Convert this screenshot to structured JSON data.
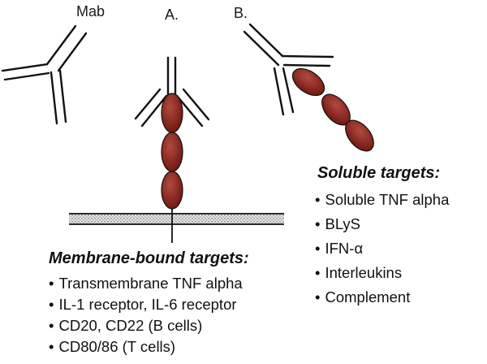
{
  "labels": {
    "mab": "Mab",
    "panel_a": "A.",
    "panel_b": "B."
  },
  "colors": {
    "domain_fill": "#7a1a14",
    "domain_highlight": "#b24a3e",
    "outline": "#111111"
  },
  "membrane": {
    "heading": "Membrane-bound targets:",
    "items": [
      "Transmembrane TNF alpha",
      "IL-1 receptor, IL-6 receptor",
      "CD20, CD22 (B cells)",
      "CD80/86 (T cells)"
    ]
  },
  "soluble": {
    "heading": "Soluble targets:",
    "items": [
      "Soluble TNF alpha",
      "BLyS",
      "IFN-α",
      "Interleukins",
      "Complement"
    ]
  }
}
